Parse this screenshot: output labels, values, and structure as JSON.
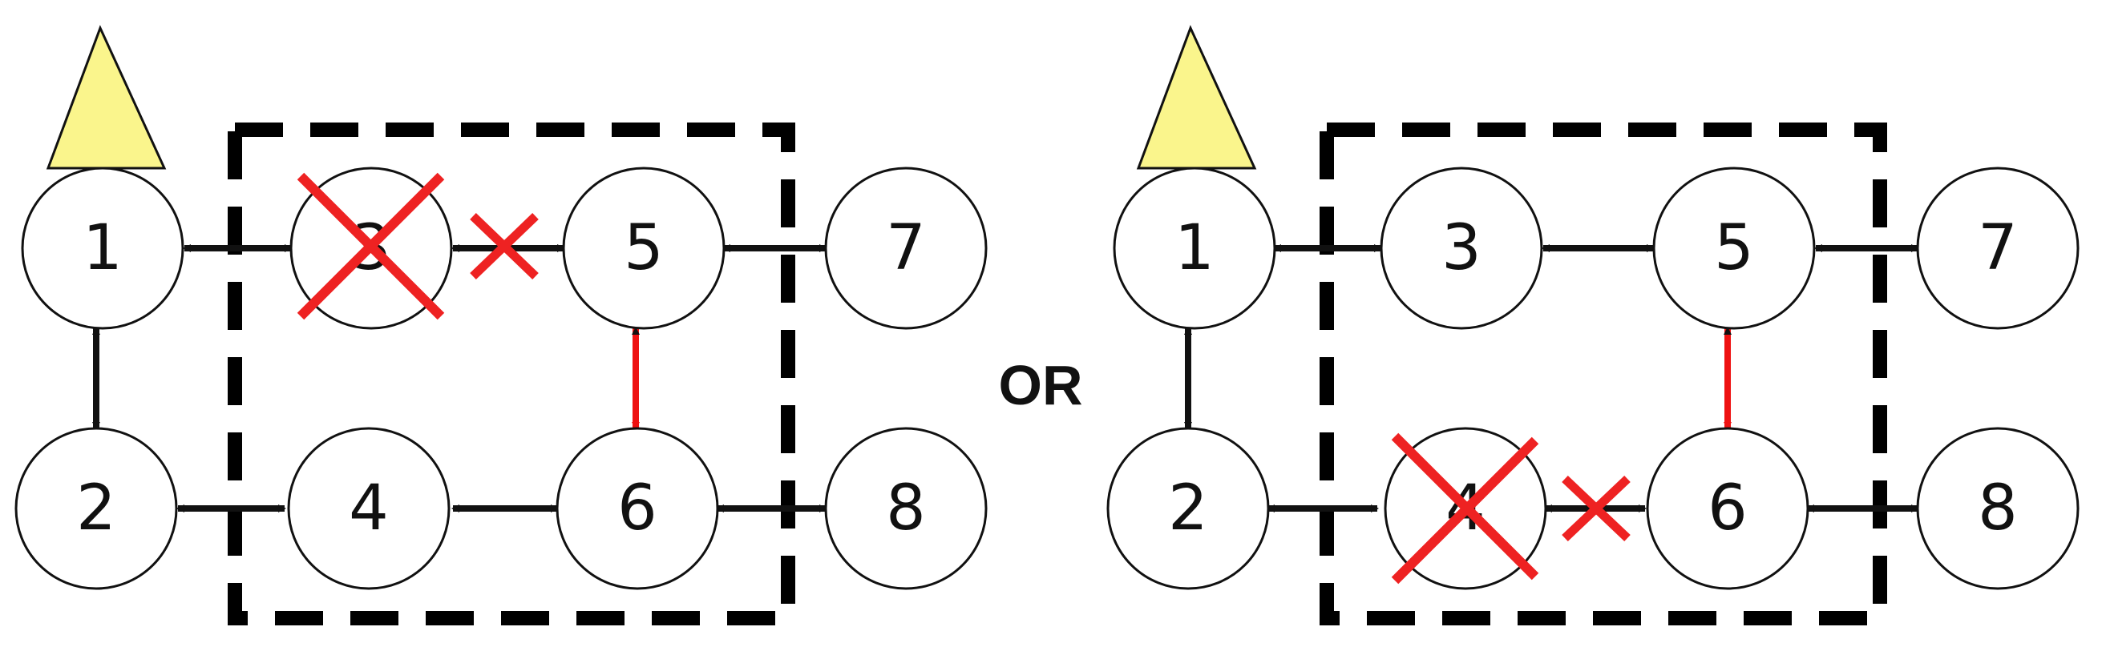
{
  "separator": "OR",
  "colors": {
    "node_fill": "#ffffff",
    "node_stroke": "#111111",
    "arrow": "#111111",
    "highlight_arrow": "#ee1111",
    "failure_mark": "#ee2222",
    "triangle_fill": "#faf58c",
    "box_dash": "#000000"
  },
  "diagrams": [
    {
      "nodes": [
        "1",
        "2",
        "3",
        "4",
        "5",
        "6",
        "7",
        "8"
      ],
      "failed_node": "3",
      "failed_link": [
        "3",
        "5"
      ],
      "highlight_link": [
        "5",
        "6"
      ]
    },
    {
      "nodes": [
        "1",
        "2",
        "3",
        "4",
        "5",
        "6",
        "7",
        "8"
      ],
      "failed_node": "4",
      "failed_link": [
        "4",
        "6"
      ],
      "highlight_link": [
        "5",
        "6"
      ]
    }
  ]
}
